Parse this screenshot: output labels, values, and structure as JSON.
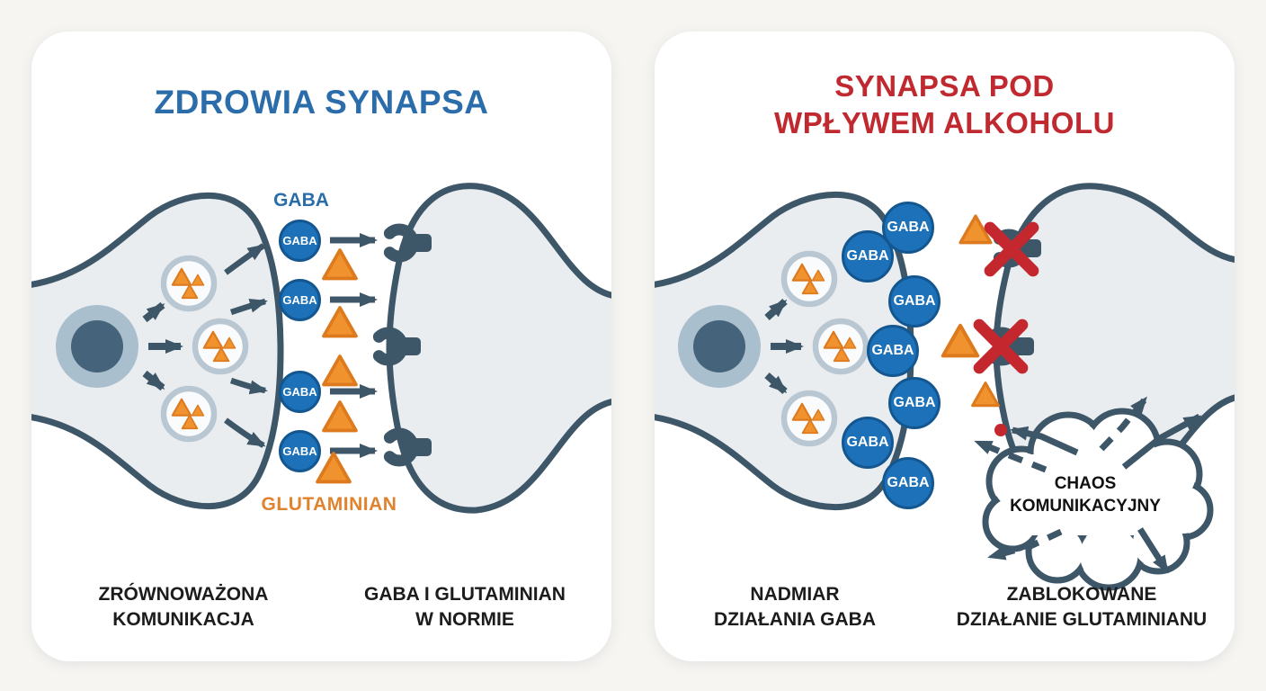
{
  "left_panel": {
    "title": "ZDROWIA SYNAPSA",
    "gaba_header": "GABA",
    "gaba_circle_label": "GABA",
    "glutamate_label": "GLUTAMINIAN",
    "caption_left": "ZRÓWNOWAŻONA\nKOMUNIKACJA",
    "caption_right": "GABA I GLUTAMINIAN\nW NORMIE"
  },
  "right_panel": {
    "title": "SYNAPSA POD\nWPŁYWEM ALKOHOLU",
    "gaba_circle_label": "GABA",
    "cloud_label": "CHAOS\nKOMUNIKACYJNY",
    "caption_left": "NADMIAR\nDZIAŁANIA GABA",
    "caption_right": "ZABLOKOWANE\nDZIAŁANIE GLUTAMINIANU"
  },
  "colors": {
    "title_blue": "#2a6daa",
    "title_red": "#c0292f",
    "gaba_circle_blue": "#1d71b8",
    "gaba_circle_border": "#14568f",
    "glutamate_orange": "#f0922e",
    "glutamate_orange_dark": "#dd7a1e",
    "glutamate_text_orange": "#e0832f",
    "membrane_slate": "#3d5668",
    "neuron_fill": "#e9edf0",
    "nucleus_ring": "#a9bfcd",
    "nucleus_core": "#45637a",
    "blocked_x_red": "#c4282e",
    "caption_dark": "#1c1c1c"
  }
}
